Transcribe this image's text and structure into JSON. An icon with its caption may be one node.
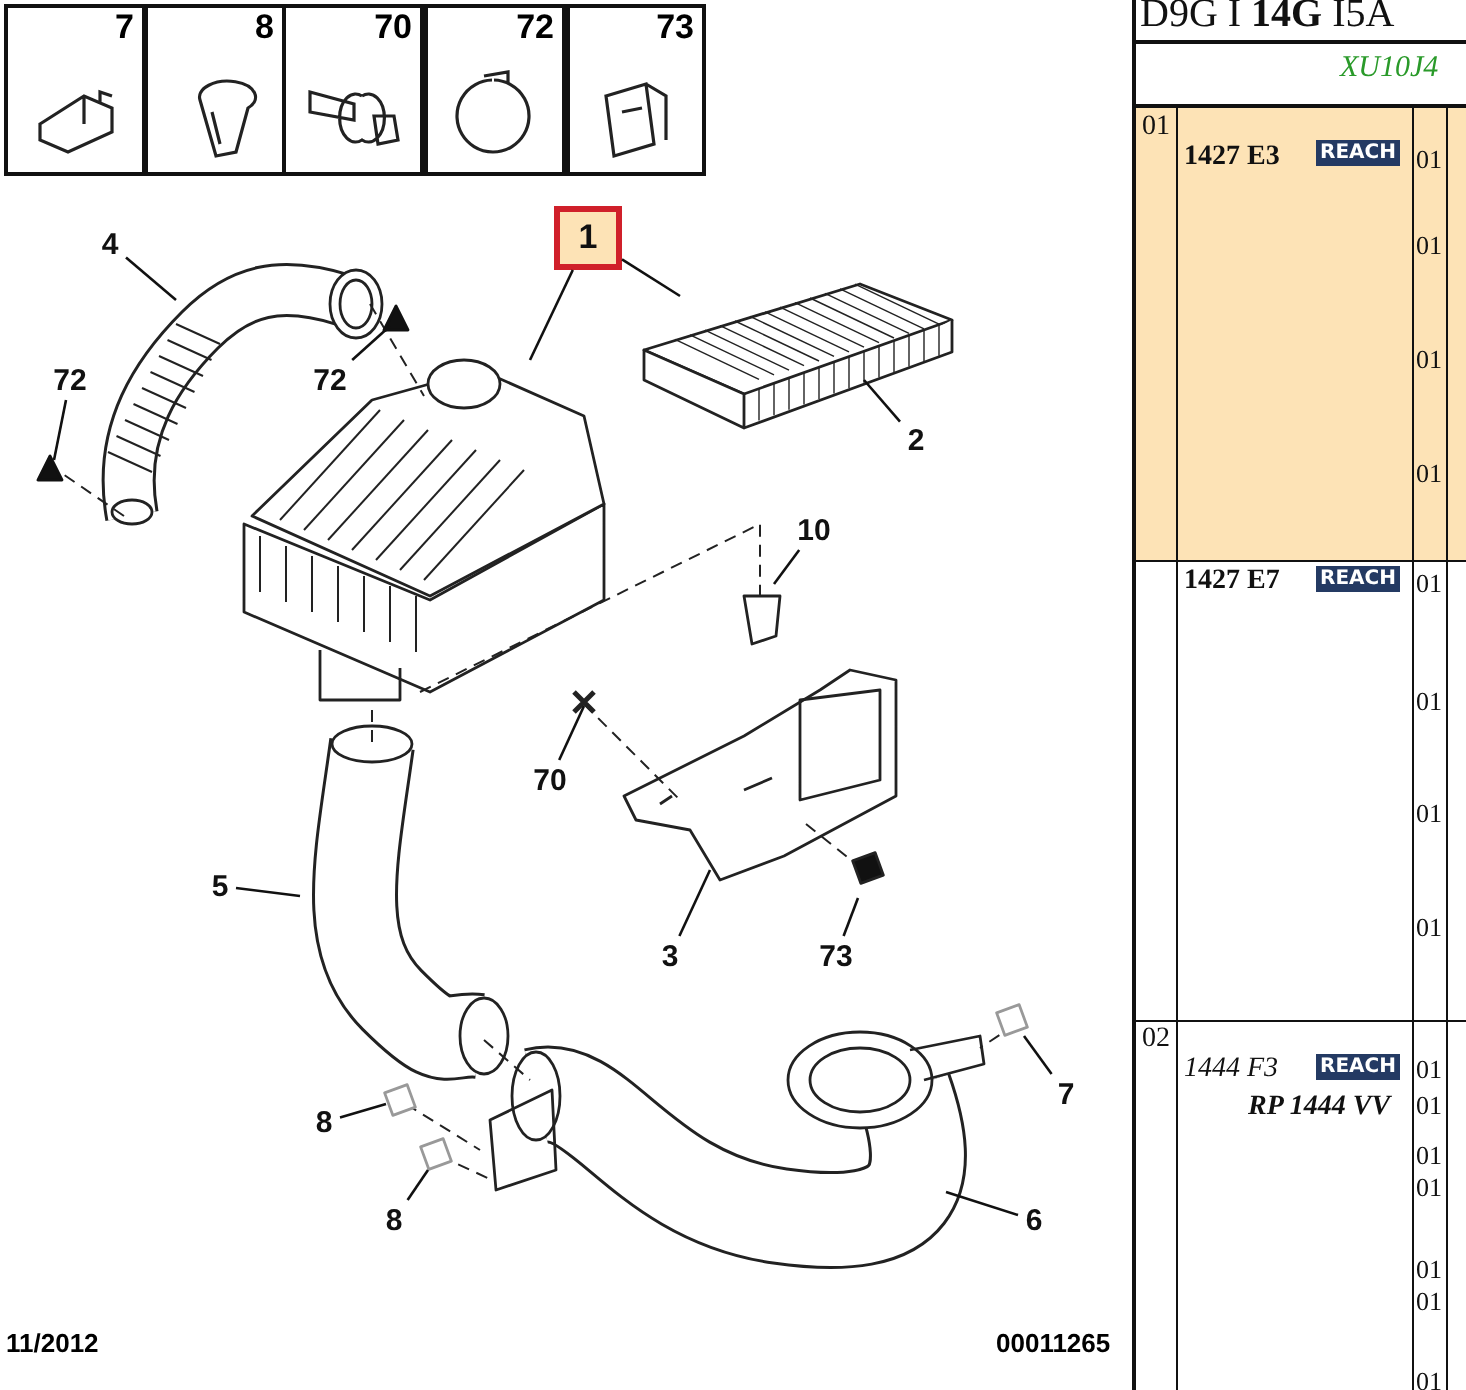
{
  "diagram": {
    "nodes": [
      {
        "text": [
          "1"
        ]
      },
      {
        "text": [
          "4"
        ]
      },
      {
        "text": [
          "72"
        ]
      },
      {
        "text": [
          "72"
        ]
      },
      {
        "text": [
          "2"
        ]
      },
      {
        "text": [
          "10"
        ]
      },
      {
        "text": [
          "70"
        ]
      },
      {
        "text": [
          "5"
        ]
      },
      {
        "text": [
          "3"
        ]
      },
      {
        "text": [
          "73"
        ]
      },
      {
        "text": [
          "7"
        ]
      },
      {
        "text": [
          "8"
        ]
      },
      {
        "text": [
          "8"
        ]
      },
      {
        "text": [
          "6"
        ]
      }
    ],
    "edges": [
      {
        "from": 0,
        "to": null,
        "arrow": "none"
      },
      {
        "from": 0,
        "to": null,
        "arrow": "none"
      },
      {
        "from": 1,
        "to": null,
        "arrow": "none"
      },
      {
        "from": 2,
        "to": null,
        "arrow": "none"
      },
      {
        "from": 3,
        "to": null,
        "arrow": "none"
      },
      {
        "from": 4,
        "to": null,
        "arrow": "none"
      },
      {
        "from": 5,
        "to": null,
        "arrow": "none"
      },
      {
        "from": 6,
        "to": null,
        "arrow": "none"
      },
      {
        "from": 7,
        "to": null,
        "arrow": "none"
      },
      {
        "from": 8,
        "to": null,
        "arrow": "none"
      },
      {
        "from": 9,
        "to": null,
        "arrow": "none"
      },
      {
        "from": 10,
        "to": null,
        "arrow": "none"
      },
      {
        "from": 11,
        "to": null,
        "arrow": "none"
      },
      {
        "from": 12,
        "to": null,
        "arrow": "none"
      },
      {
        "from": 13,
        "to": null,
        "arrow": "none"
      }
    ],
    "labels": [
      "7",
      "8",
      "70",
      "72",
      "73",
      "D9G I **14G** I5A",
      "XU10J4",
      "01",
      "1427 E3",
      "REACH",
      "01",
      "01",
      "01",
      "01",
      "1427 E7",
      "REACH",
      "01",
      "01",
      "01",
      "01",
      "02",
      "1444 F3",
      "REACH",
      "RP 1444 VV",
      "01",
      "01",
      "01",
      "01",
      "01",
      "01",
      "01",
      "11/2012",
      "00011265"
    ]
  }
}
